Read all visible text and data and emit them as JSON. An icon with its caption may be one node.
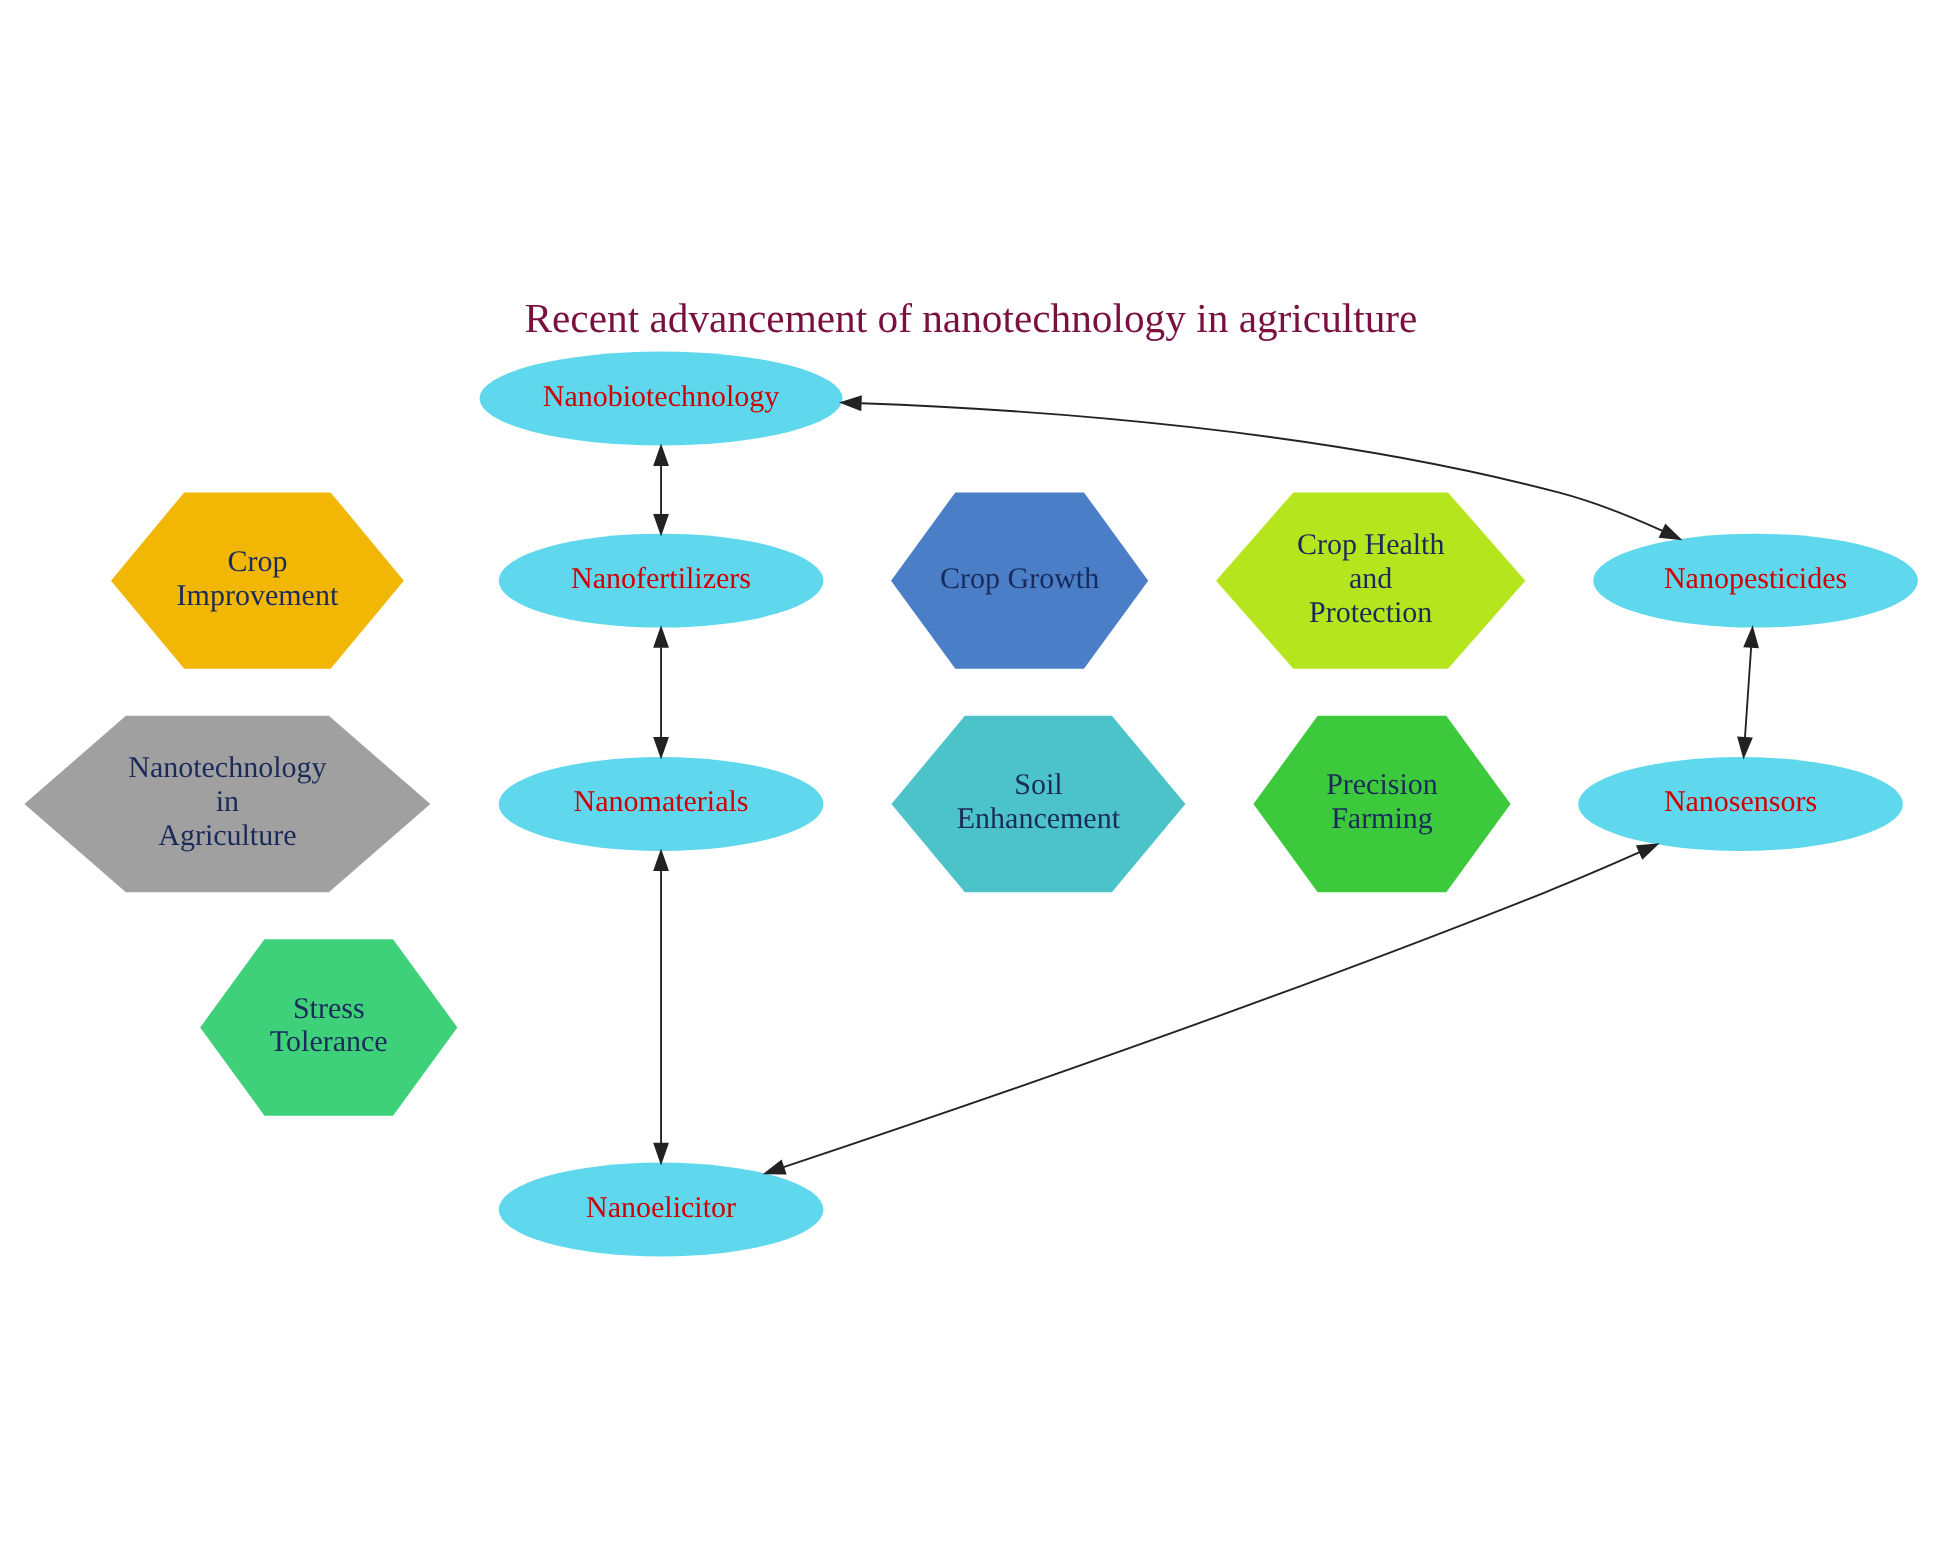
{
  "diagram": {
    "title": "Recent advancement of nanotechnology in agriculture",
    "nodes": [
      {
        "text": [
          "Nanobiotechnology"
        ]
      },
      {
        "text": [
          "Crop Improvement"
        ]
      },
      {
        "text": [
          "Crop Growth"
        ]
      },
      {
        "text": [
          "Nanofertilizers"
        ]
      },
      {
        "text": [
          "Nanopesticides"
        ]
      },
      {
        "text": [
          "Crop Health and Protection"
        ]
      },
      {
        "text": [
          "Nanotechnology in Agriculture"
        ]
      },
      {
        "text": [
          "Soil Enhancement"
        ]
      },
      {
        "text": [
          "Precision Farming"
        ]
      },
      {
        "text": [
          "Nanomaterials"
        ]
      },
      {
        "text": [
          "Nanosensors"
        ]
      },
      {
        "text": [
          "Stress Tolerance"
        ]
      },
      {
        "text": [
          "Nanoelicitor"
        ]
      }
    ],
    "edges": [
      {
        "from": 0,
        "to": 3,
        "arrow": "both"
      },
      {
        "from": 0,
        "to": 4,
        "arrow": "both"
      },
      {
        "from": 3,
        "to": 9,
        "arrow": "both"
      },
      {
        "from": 4,
        "to": 10,
        "arrow": "both"
      },
      {
        "from": 9,
        "to": 12,
        "arrow": "both"
      },
      {
        "from": 10,
        "to": 12,
        "arrow": "both"
      }
    ]
  }
}
